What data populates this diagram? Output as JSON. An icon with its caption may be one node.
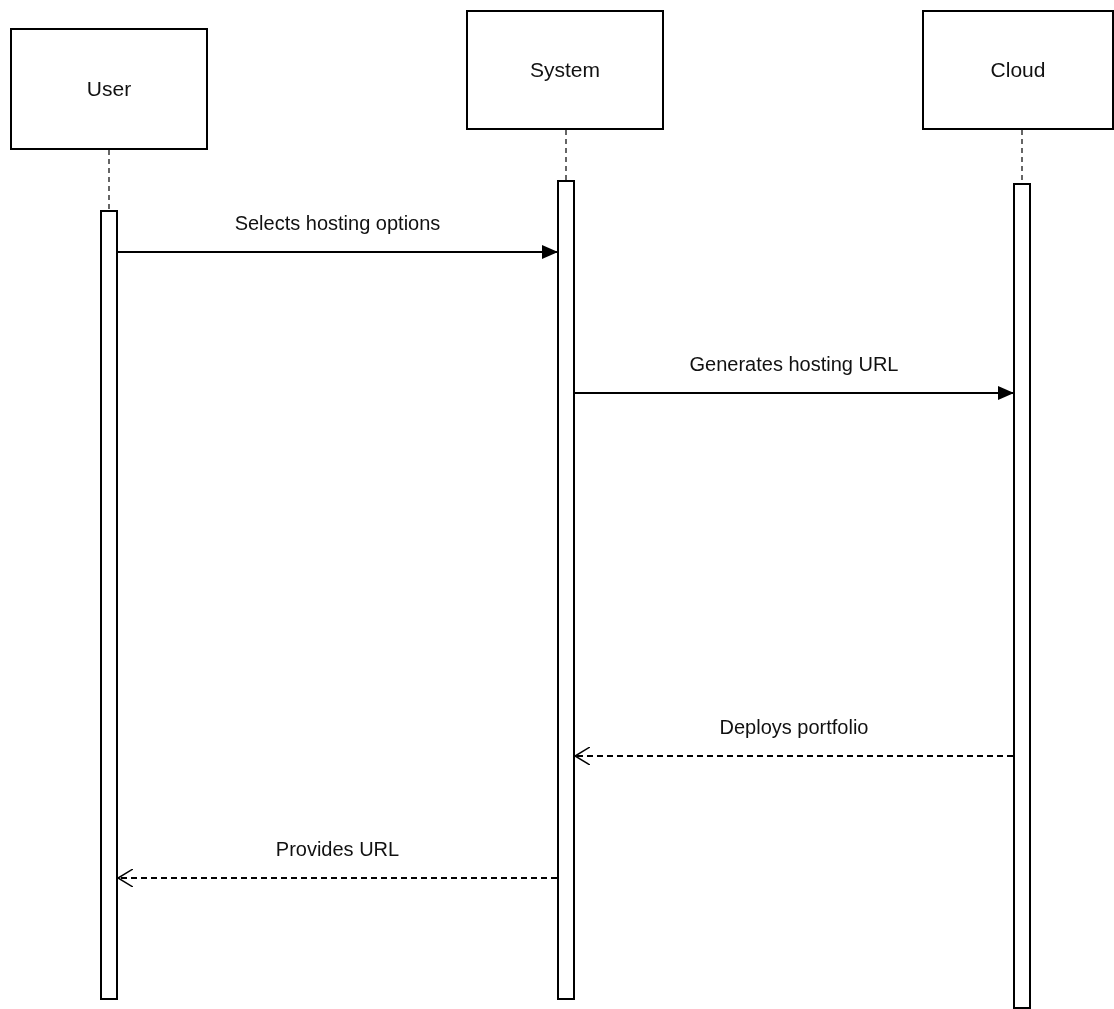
{
  "diagram": {
    "nodes": [
      {
        "text": [
          "User"
        ]
      },
      {
        "text": [
          "System"
        ]
      },
      {
        "text": [
          "Cloud"
        ]
      },
      {
        "text": [],
        "shape": "bar"
      },
      {
        "text": [],
        "shape": "bar"
      },
      {
        "text": [],
        "shape": "bar"
      }
    ],
    "edges": [
      {
        "from": 0,
        "to": 3,
        "arrow": "none",
        "style": "dashed"
      },
      {
        "from": 1,
        "to": 4,
        "arrow": "none",
        "style": "dashed"
      },
      {
        "from": 2,
        "to": 5,
        "arrow": "none",
        "style": "dashed"
      },
      {
        "from": 3,
        "to": 4,
        "arrow": "to",
        "label": "Selects hosting options"
      },
      {
        "from": 4,
        "to": 5,
        "arrow": "to",
        "label": "Generates hosting URL"
      },
      {
        "from": 5,
        "to": 4,
        "arrow": "to",
        "style": "dashed",
        "label": "Deploys portfolio"
      },
      {
        "from": 4,
        "to": 3,
        "arrow": "to",
        "style": "dashed",
        "label": "Provides URL"
      }
    ]
  }
}
